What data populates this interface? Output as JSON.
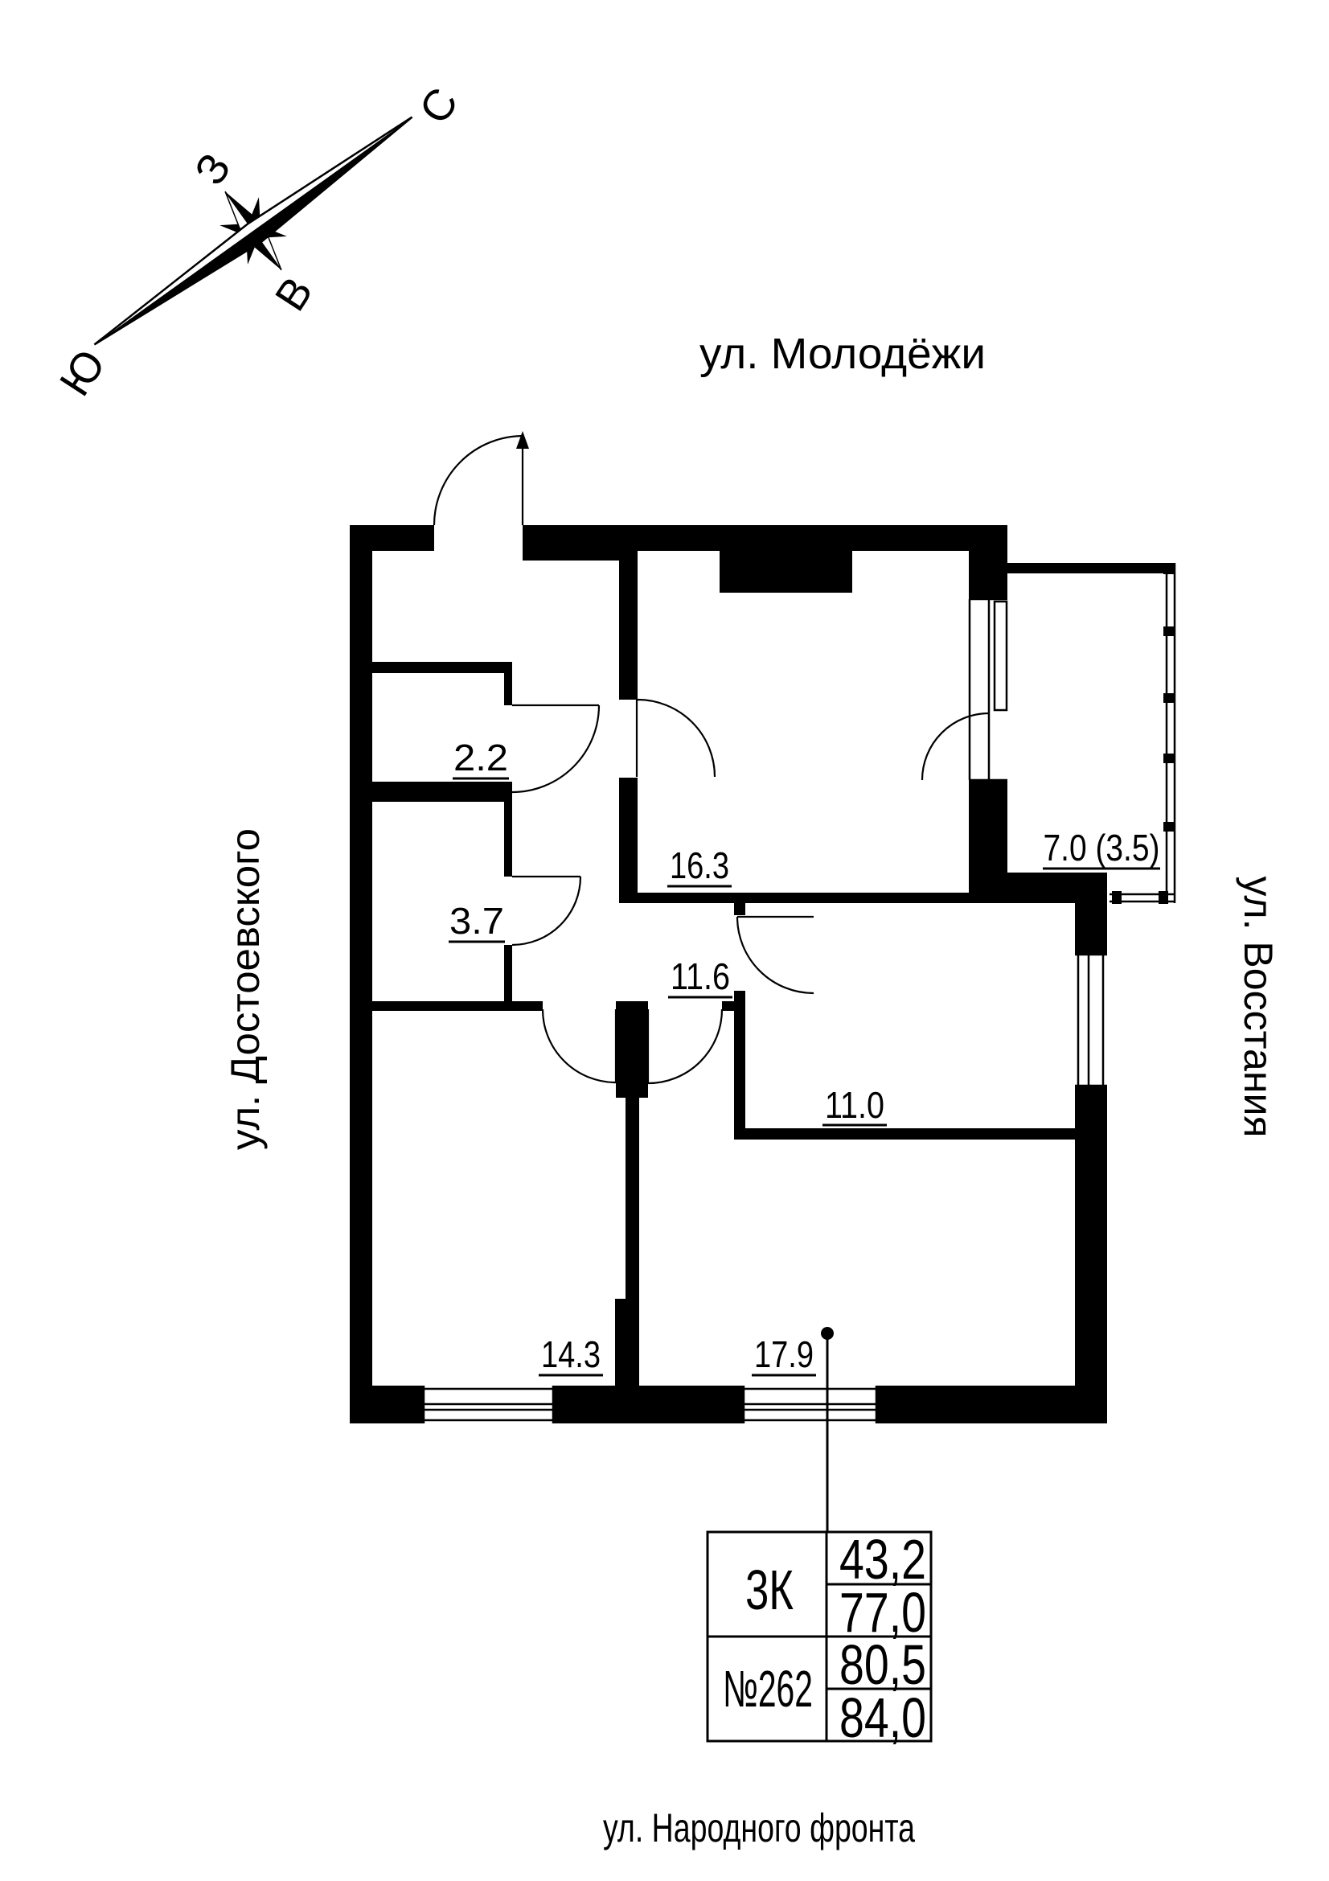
{
  "colors": {
    "ink": "#000000",
    "paper": "#ffffff"
  },
  "streets": {
    "top": "ул. Молодёжи",
    "bottom": "ул. Народного фронта",
    "left": "ул. Достоевского",
    "right": "ул. Восстания"
  },
  "compass": {
    "north": "С",
    "south": "Ю",
    "west": "З",
    "east": "В"
  },
  "room_areas": [
    "2.2",
    "3.7",
    "16.3",
    "11.6",
    "11.0",
    "7.0 (3.5)",
    "14.3",
    "17.9"
  ],
  "info_table": {
    "type": "3К",
    "number": "№262",
    "areas": [
      "43,2",
      "77,0",
      "80,5",
      "84,0"
    ]
  }
}
